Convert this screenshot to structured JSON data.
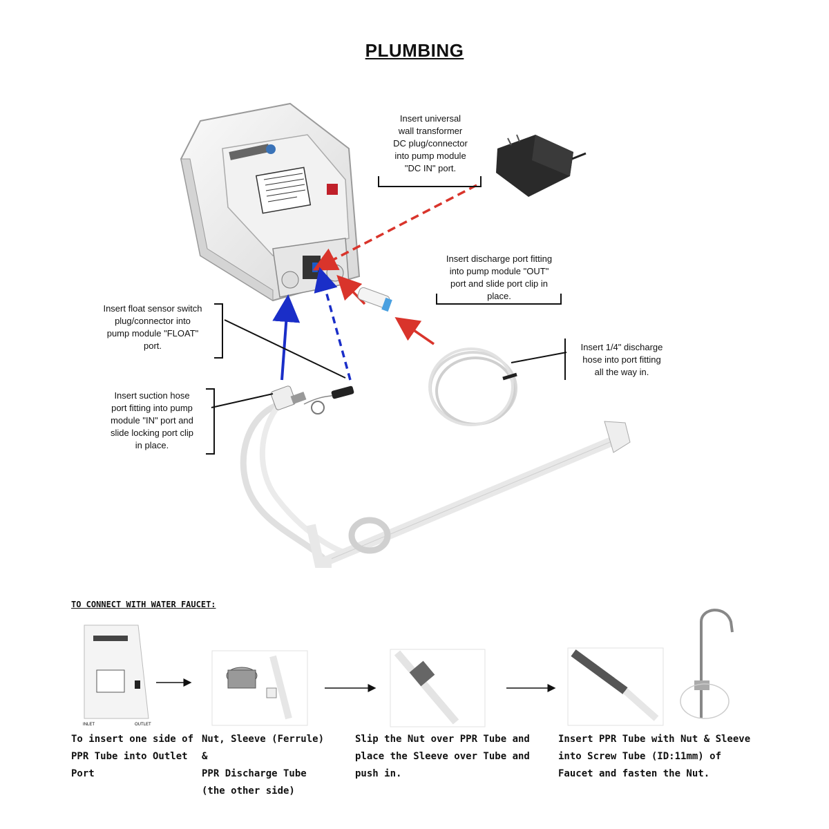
{
  "title": "PLUMBING",
  "callouts": {
    "dc_in": "Insert universal\nwall transformer\nDC plug/connector\ninto pump module\n\"DC IN\" port.",
    "out_port": "Insert discharge port fitting\ninto pump module \"OUT\"\nport and slide port clip in\nplace.",
    "float": "Insert float sensor switch\nplug/connector into\npump module \"FLOAT\"\nport.",
    "discharge_hose": "Insert 1/4\" discharge\nhose into port fitting\nall the way in.",
    "suction": "Insert suction hose\nport fitting into pump\nmodule \"IN\" port and\nslide locking port clip\nin place."
  },
  "faucet_section": {
    "heading": "TO CONNECT WITH WATER FAUCET:",
    "steps": [
      {
        "caption": "To insert one side of\nPPR Tube into Outlet\nPort"
      },
      {
        "caption": "Nut, Sleeve (Ferrule) &\nPPR Discharge Tube\n  (the other side)"
      },
      {
        "caption": "Slip the Nut over PPR Tube and\nplace the  Sleeve over Tube and\npush in."
      },
      {
        "caption": "Insert PPR Tube with Nut & Sleeve\ninto Screw Tube (ID:11mm) of\nFaucet and fasten the Nut."
      }
    ],
    "pump_port_labels": {
      "inlet": "INLET",
      "outlet": "OUTLET"
    }
  },
  "colors": {
    "dc_line": "#d9342b",
    "suction_line": "#1a2ec8",
    "float_line": "#1a2ec8",
    "out_arrow": "#d9342b"
  }
}
